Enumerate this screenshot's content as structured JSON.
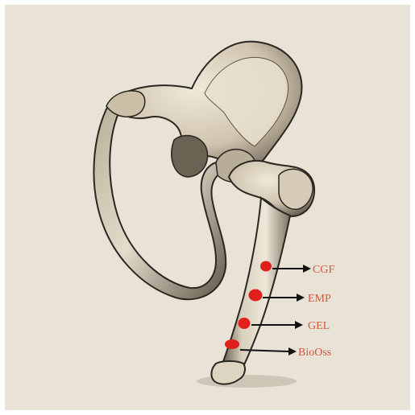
{
  "colors": {
    "background": "#e8e3d6",
    "bone": "#d8cfbd",
    "bone_outline": "#2a2620",
    "marker": "#e0201c",
    "arrow": "#111111",
    "label": "#d2573f"
  },
  "labels": {
    "cgf": "CGF",
    "emp": "EMP",
    "gel": "GEL",
    "bioOss": "BioOss"
  }
}
